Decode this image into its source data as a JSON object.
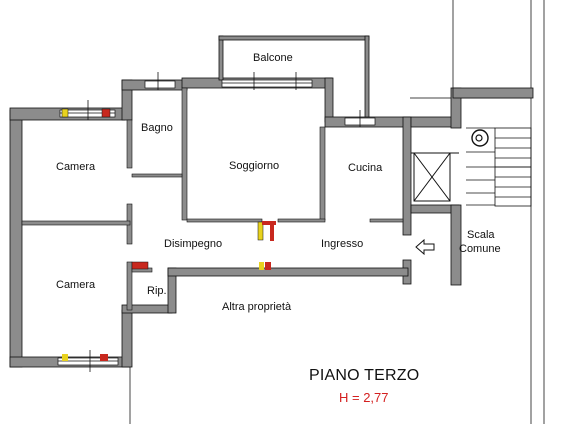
{
  "plan": {
    "title": "PIANO TERZO",
    "height_label": "H = 2,77",
    "height_color": "#d42020",
    "wall_color": "#8c8c8c",
    "outline_color": "#111111",
    "door_marker_red": "#c8281e",
    "door_marker_yellow": "#e8d21e",
    "entrance_arrow_icon": "arrow-left-outline-icon",
    "rooms": {
      "balcone": "Balcone",
      "bagno": "Bagno",
      "camera_top": "Camera",
      "soggiorno": "Soggiorno",
      "cucina": "Cucina",
      "disimpegno": "Disimpegno",
      "ingresso": "Ingresso",
      "scala_line1": "Scala",
      "scala_line2": "Comune",
      "camera_bottom": "Camera",
      "ripostiglio": "Rip.",
      "altra_proprieta": "Altra proprietà"
    }
  }
}
